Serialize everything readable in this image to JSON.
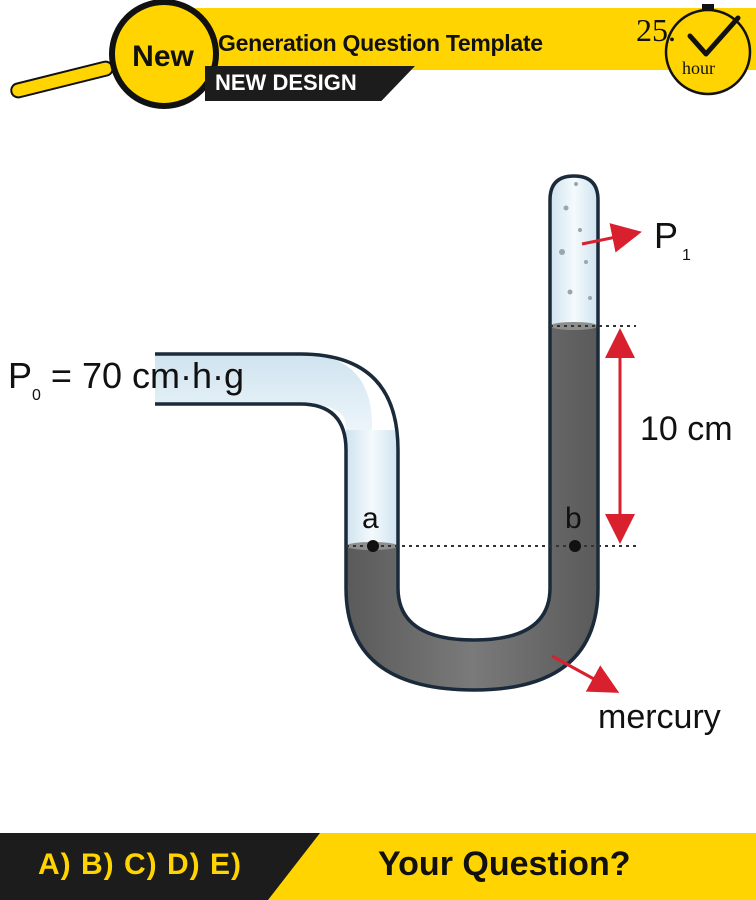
{
  "header": {
    "badge": "New",
    "title": "Generation Question Template",
    "subtitle": "NEW DESIGN",
    "timer_value": "25.",
    "timer_unit": "hour"
  },
  "diagram": {
    "p0_symbol": "P",
    "p0_sub": "0",
    "p0_value": " = 70 cm·h·g",
    "p1_symbol": "P",
    "p1_sub": "1",
    "height_label": "10 cm",
    "point_a": "a",
    "point_b": "b",
    "mercury_label": "mercury"
  },
  "footer": {
    "options": "A) B) C) D) E)",
    "question": "Your Question?"
  },
  "colors": {
    "brand_yellow": "#ffd400",
    "dark": "#1c1c1c",
    "mercury": "#6b6b6b",
    "arrow_red": "#d9202e",
    "tube_glass": "#dfeef6"
  }
}
